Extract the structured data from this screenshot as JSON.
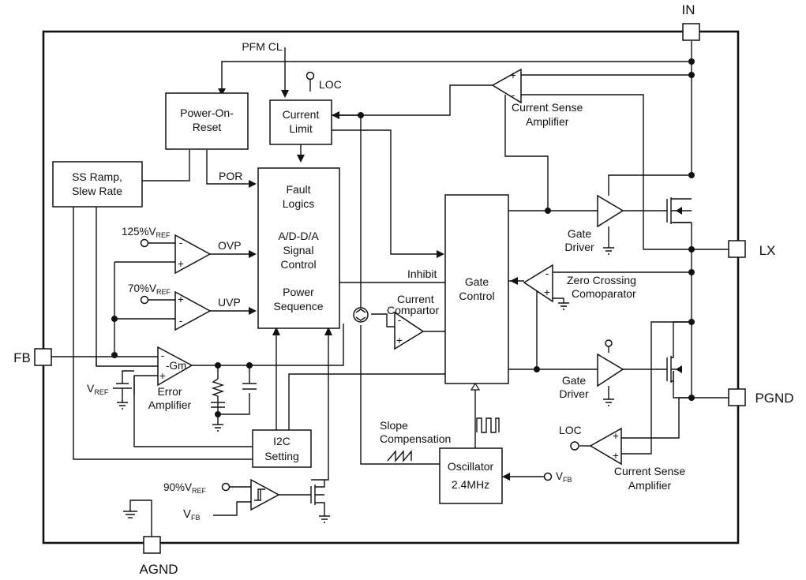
{
  "pins": {
    "in": "IN",
    "lx": "LX",
    "fb": "FB",
    "pgnd": "PGND",
    "agnd": "AGND"
  },
  "blocks": {
    "por_1": "Power-On-",
    "por_2": "Reset",
    "cl_1": "Current",
    "cl_2": "Limit",
    "ss_1": "SS Ramp,",
    "ss_2": "Slew Rate",
    "fault_1": "Fault",
    "fault_2": "Logics",
    "fault_3": "A/D-D/A",
    "fault_4": "Signal",
    "fault_5": "Control",
    "fault_6": "Power",
    "fault_7": "Sequence",
    "gate_1": "Gate",
    "gate_2": "Control",
    "i2c_1": "I2C",
    "i2c_2": "Setting",
    "osc_1": "Oscillator",
    "osc_2": "2.4MHz"
  },
  "labels": {
    "pfm_cl": "PFM CL",
    "loc_top": "LOC",
    "loc_bottom": "LOC",
    "por_signal": "POR",
    "ovp": "OVP",
    "uvp": "UVP",
    "inhibit": "Inhibit",
    "ref_125_pre": "125%V",
    "ref_125_sub": "REF",
    "ref_70_pre": "70%V",
    "ref_70_sub": "REF",
    "ref_90_pre": "90%V",
    "ref_90_sub": "REF",
    "vref_pre": "V",
    "vref_sub": "REF",
    "vfb_pre": "V",
    "vfb_sub": "FB",
    "vfb_osc_pre": "V",
    "vfb_osc_sub": "FB",
    "gm": "-Gm",
    "error_amp_1": "Error",
    "error_amp_2": "Amplifier",
    "cs_amp_top_1": "Current Sense",
    "cs_amp_top_2": "Amplifier",
    "cs_amp_bottom_1": "Current Sense",
    "cs_amp_bottom_2": "Amplifier",
    "gate_driver_top_1": "Gate",
    "gate_driver_top_2": "Driver",
    "gate_driver_bottom_1": "Gate",
    "gate_driver_bottom_2": "Driver",
    "zero_cross_1": "Zero Crossing",
    "zero_cross_2": "Comoparator",
    "current_comp_1": "Current",
    "current_comp_2": "Compartor",
    "slope_comp_1": "Slope",
    "slope_comp_2": "Compensation"
  },
  "colors": {
    "line": "#111111",
    "background": "#ffffff"
  }
}
